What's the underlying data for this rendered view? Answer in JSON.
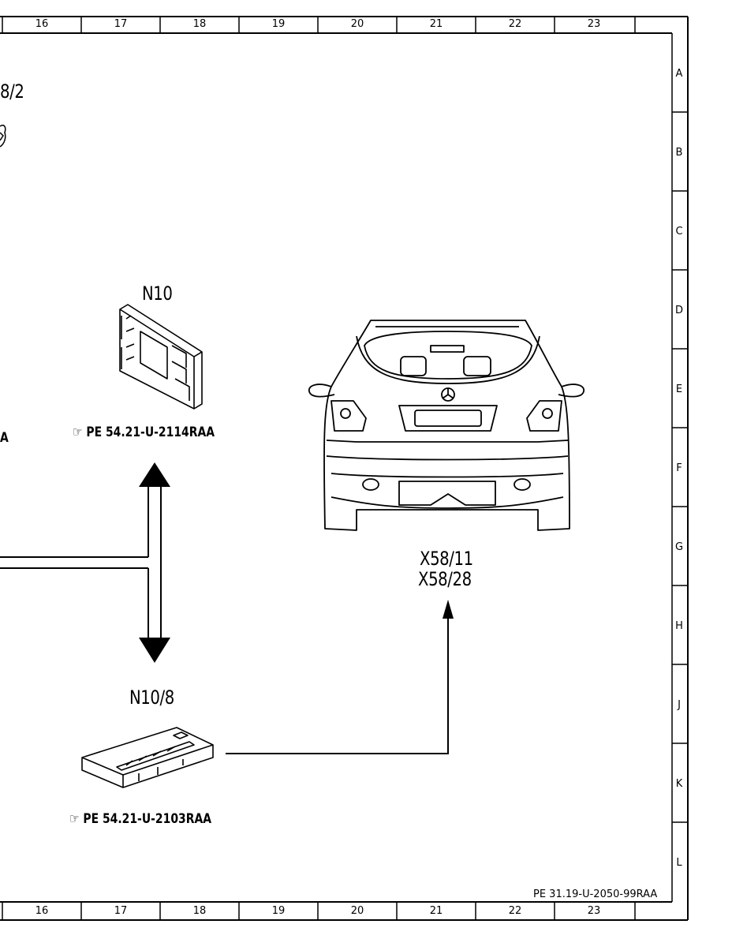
{
  "grid": {
    "columns": [
      "16",
      "17",
      "18",
      "19",
      "20",
      "21",
      "22",
      "23"
    ],
    "rows": [
      "A",
      "B",
      "C",
      "D",
      "E",
      "F",
      "G",
      "H",
      "J",
      "K",
      "L"
    ]
  },
  "fragments": {
    "top_label": "8/2",
    "left_ref": "A"
  },
  "components": {
    "n10": {
      "label": "N10",
      "ref_icon": "pointing-hand-icon",
      "ref": "PE  54.21-U-2114RAA"
    },
    "n10_8": {
      "label": "N10/8",
      "ref_icon": "pointing-hand-icon",
      "ref": "PE  54.21-U-2103RAA"
    },
    "vehicle": {
      "label_1": "X58/11",
      "label_2": "X58/28"
    }
  },
  "footer_ref": "PE  31.19-U-2050-99RAA"
}
